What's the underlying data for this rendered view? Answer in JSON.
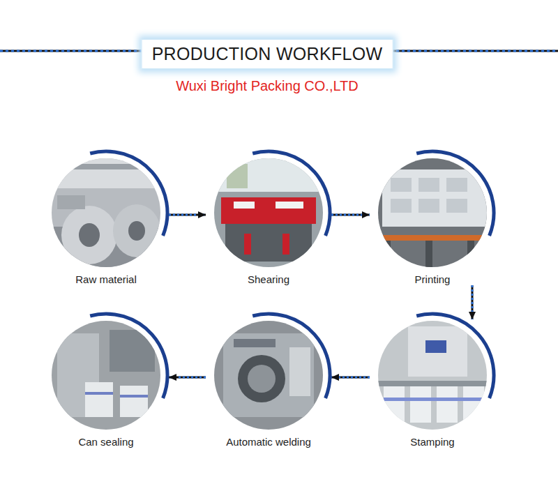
{
  "diagram": {
    "title": "PRODUCTION WORKFLOW",
    "nodes": [
      {
        "text": [
          "Raw material"
        ]
      },
      {
        "text": [
          "Shearing"
        ]
      },
      {
        "text": [
          "Printing"
        ]
      },
      {
        "text": [
          "Stamping"
        ]
      },
      {
        "text": [
          "Automatic welding"
        ]
      },
      {
        "text": [
          "Can sealing"
        ]
      }
    ],
    "edges": [
      {
        "from": 0,
        "to": 1,
        "arrow": "to"
      },
      {
        "from": 1,
        "to": 2,
        "arrow": "to"
      },
      {
        "from": 2,
        "to": 3,
        "arrow": "to"
      },
      {
        "from": 3,
        "to": 4,
        "arrow": "to"
      },
      {
        "from": 4,
        "to": 5,
        "arrow": "to"
      }
    ],
    "labels": [
      "Wuxi Bright Packing CO.,LTD"
    ]
  }
}
